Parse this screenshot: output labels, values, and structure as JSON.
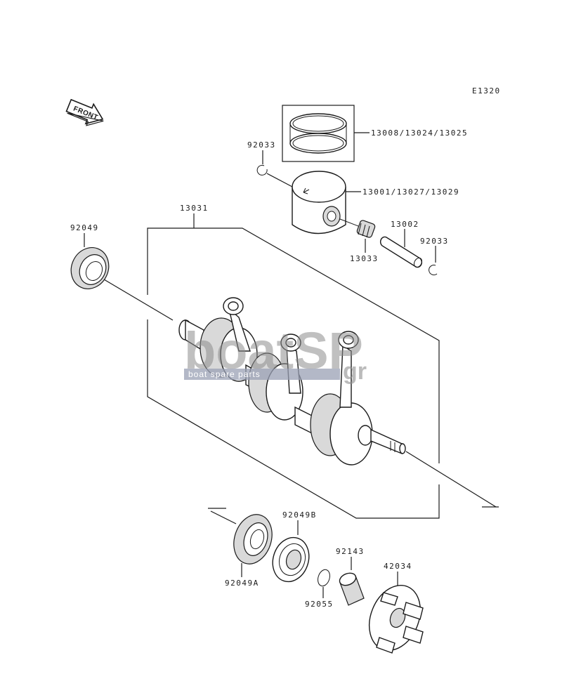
{
  "diagram": {
    "code": "E1320",
    "front_label": "FRONT",
    "watermark": {
      "brand": "boatSP",
      "suffix": "gr",
      "tagline": "boat spare parts"
    },
    "parts": [
      {
        "id": "rings",
        "label": "13008/13024/13025"
      },
      {
        "id": "circlip-top-left",
        "label": "92033"
      },
      {
        "id": "piston",
        "label": "13001/13027/13029"
      },
      {
        "id": "crankshaft-assy",
        "label": "13031"
      },
      {
        "id": "oil-seal-left",
        "label": "92049"
      },
      {
        "id": "pin",
        "label": "13002"
      },
      {
        "id": "circlip-right",
        "label": "92033"
      },
      {
        "id": "needle-bearing",
        "label": "13033"
      },
      {
        "id": "bearing-b",
        "label": "92049B"
      },
      {
        "id": "collar",
        "label": "92143"
      },
      {
        "id": "coupling",
        "label": "42034"
      },
      {
        "id": "oil-seal-a",
        "label": "92049A"
      },
      {
        "id": "ring-small",
        "label": "92055"
      }
    ]
  }
}
